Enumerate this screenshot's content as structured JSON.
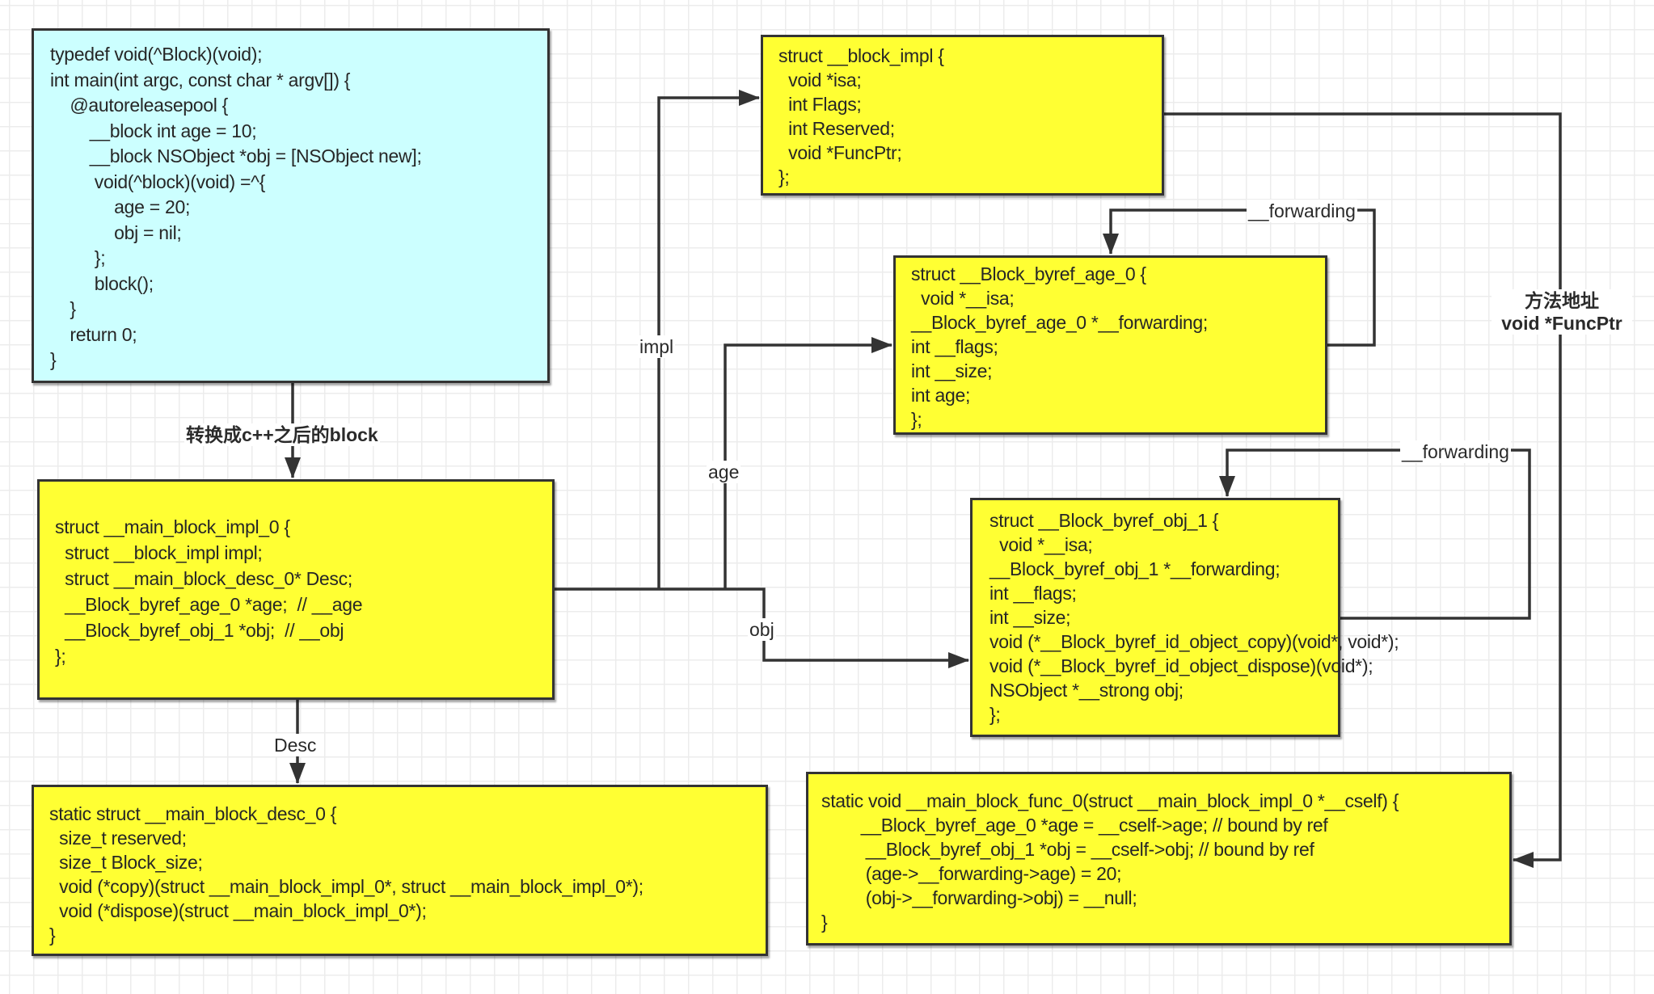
{
  "boxes": {
    "source": {
      "lines": [
        "typedef void(^Block)(void);",
        "int main(int argc, const char * argv[]) {",
        "    @autoreleasepool {",
        "        __block int age = 10;",
        "        __block NSObject *obj = [NSObject new];",
        "         void(^block)(void) =^{",
        "             age = 20;",
        "             obj = nil;",
        "         };",
        "         block();",
        "    }",
        "    return 0;",
        "}"
      ],
      "color": "#ccffff"
    },
    "block_impl": {
      "lines": [
        "struct __block_impl {",
        "  void *isa;",
        "  int Flags;",
        "  int Reserved;",
        "  void *FuncPtr;",
        "};"
      ],
      "color": "#ffff33"
    },
    "byref_age": {
      "lines": [
        "struct __Block_byref_age_0 {",
        "  void *__isa;",
        "__Block_byref_age_0 *__forwarding;",
        "int __flags;",
        "int __size;",
        "int age;",
        "};"
      ],
      "color": "#ffff33"
    },
    "byref_obj": {
      "lines": [
        "struct __Block_byref_obj_1 {",
        "  void *__isa;",
        "__Block_byref_obj_1 *__forwarding;",
        "int __flags;",
        "int __size;",
        "void (*__Block_byref_id_object_copy)(void*, void*);",
        "void (*__Block_byref_id_object_dispose)(void*);",
        "NSObject *__strong obj;",
        "};"
      ],
      "color": "#ffff33"
    },
    "main_impl": {
      "lines": [
        "struct __main_block_impl_0 {",
        "  struct __block_impl impl;",
        "  struct __main_block_desc_0* Desc;",
        "  __Block_byref_age_0 *age;  // __age",
        "  __Block_byref_obj_1 *obj;  // __obj",
        "};"
      ],
      "color": "#ffff33"
    },
    "desc": {
      "lines": [
        "static struct __main_block_desc_0 {",
        "  size_t reserved;",
        "  size_t Block_size;",
        "  void (*copy)(struct __main_block_impl_0*, struct __main_block_impl_0*);",
        "  void (*dispose)(struct __main_block_impl_0*);",
        "}"
      ],
      "color": "#ffff33"
    },
    "func": {
      "lines": [
        "static void __main_block_func_0(struct __main_block_impl_0 *__cself) {",
        "        __Block_byref_age_0 *age = __cself->age; // bound by ref",
        "         __Block_byref_obj_1 *obj = __cself->obj; // bound by ref",
        "         (age->__forwarding->age) = 20;",
        "         (obj->__forwarding->obj) = __null;",
        "}"
      ],
      "color": "#ffff33"
    }
  },
  "edges": {
    "convert": "转换成c++之后的block",
    "impl": "impl",
    "age": "age",
    "obj": "obj",
    "desc": "Desc",
    "forwarding_age": "__forwarding",
    "forwarding_obj": "__forwarding",
    "funcptr_line1": "方法地址",
    "funcptr_line2": "void *FuncPtr"
  },
  "colors": {
    "line": "#333333",
    "grid": "#ececec"
  }
}
